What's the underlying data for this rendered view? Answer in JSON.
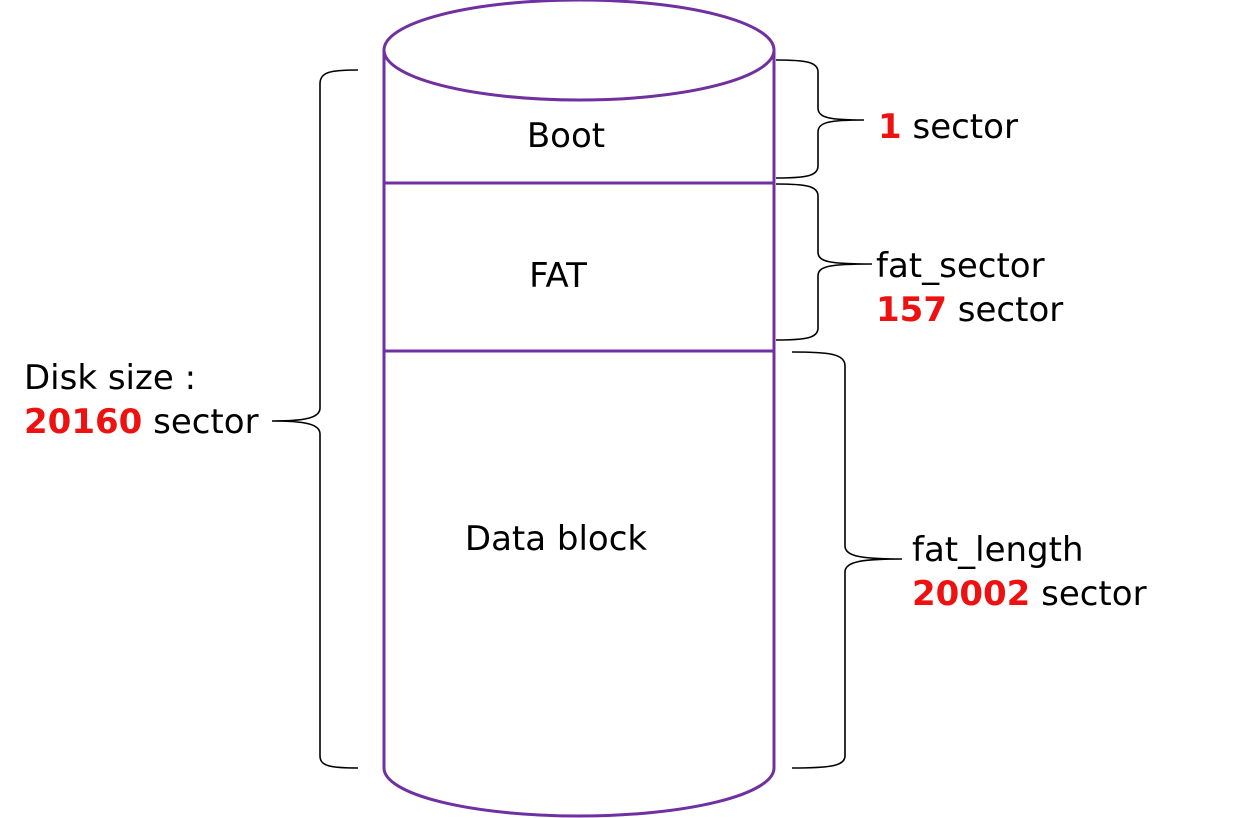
{
  "diagram": {
    "segments": {
      "boot": "Boot",
      "fat": "FAT",
      "data": "Data block"
    },
    "boot_size": {
      "value": "1",
      "unit": "sector"
    },
    "fat_size": {
      "name": "fat_sector",
      "value": "157",
      "unit": "sector"
    },
    "data_size": {
      "name": "fat_length",
      "value": "20002",
      "unit": "sector"
    },
    "disk_size": {
      "label": "Disk size :",
      "value": "20160",
      "unit": "sector"
    }
  },
  "colors": {
    "cylinder_stroke": "#7030a0",
    "highlight": "#ee1111",
    "bracket": "#000000"
  }
}
